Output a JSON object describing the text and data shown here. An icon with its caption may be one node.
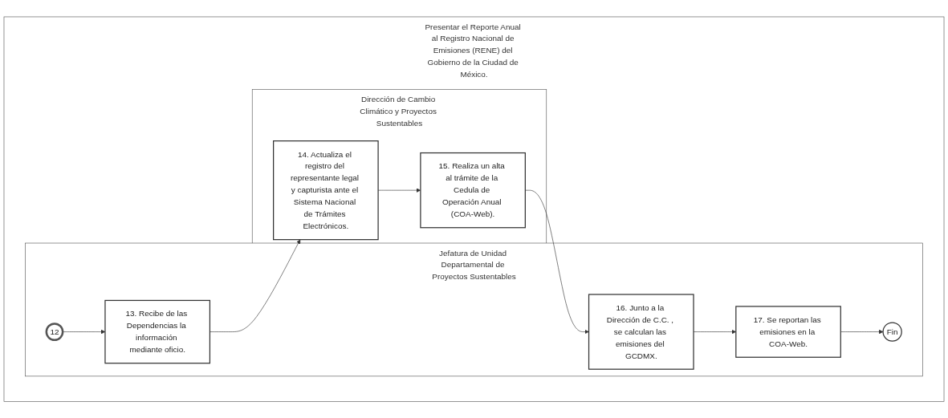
{
  "diagram": {
    "nodes": [
      {
        "text": [
          "Presentar el Reporte Anual al Registro Nacional de Emisiones (RENE) del Gobierno de la Ciudad de México."
        ]
      },
      {
        "text": [
          "Jefatura de Unidad Departamental de Proyectos Sustentables"
        ],
        "in": 0
      },
      {
        "text": [
          "12"
        ],
        "in": 1
      },
      {
        "text": [
          "13. Recibe de las Dependencias la información mediante oficio."
        ],
        "in": 1
      },
      {
        "text": [
          "16. Junto a la Dirección de C.C. , se calculan las emisiones del GCDMX."
        ],
        "in": 1
      },
      {
        "text": [
          "17. Se reportan las emisiones en la COA-Web."
        ],
        "in": 1
      },
      {
        "text": [
          "Fin"
        ],
        "in": 1
      },
      {
        "text": [
          "Dirección de Cambio Climático y Proyectos Sustentables"
        ],
        "in": 0
      },
      {
        "text": [
          "14. Actualiza el registro del representante legal y capturista ante el Sistema Nacional de Trámites Electrónicos."
        ],
        "in": 7
      },
      {
        "text": [
          "15. Realiza un alta al trámite de la Cedula de Operación Anual (COA-Web)."
        ],
        "in": 7
      }
    ],
    "edges": [
      {
        "from": 2,
        "to": 3,
        "arrow": "to"
      },
      {
        "from": 3,
        "to": 8,
        "arrow": "to"
      },
      {
        "from": 8,
        "to": 9,
        "arrow": "to"
      },
      {
        "from": 9,
        "to": 4,
        "arrow": "to"
      },
      {
        "from": 4,
        "to": 5,
        "arrow": "to"
      },
      {
        "from": 5,
        "to": 6,
        "arrow": "to"
      }
    ]
  }
}
